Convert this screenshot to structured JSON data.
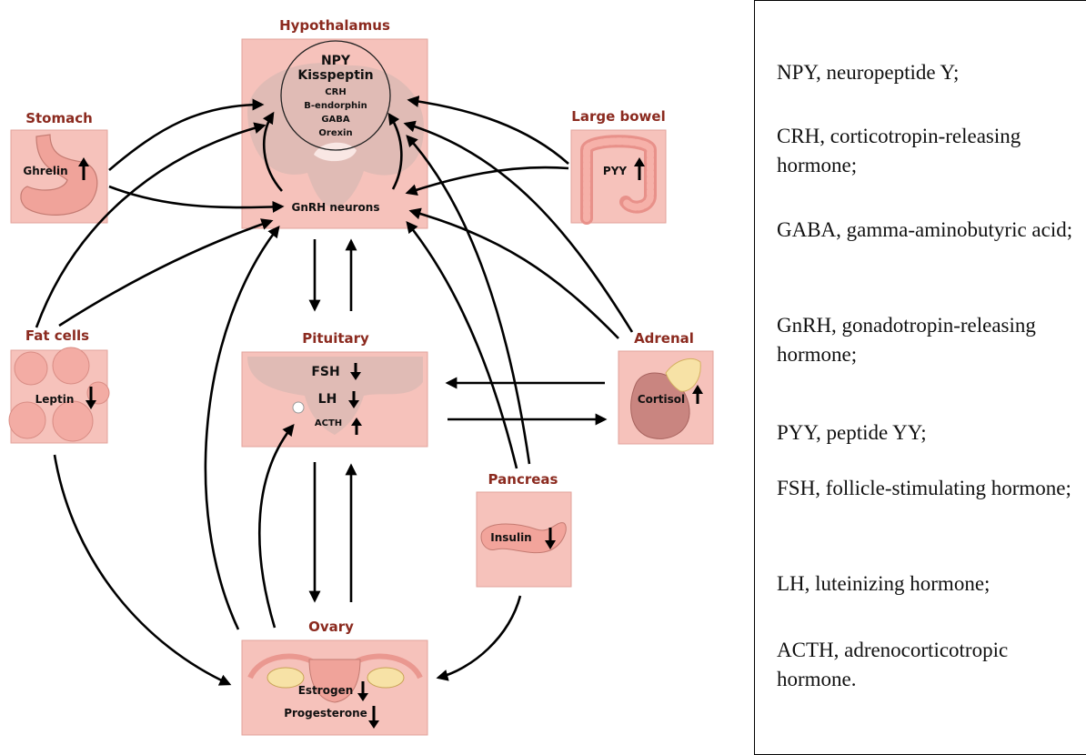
{
  "diagram": {
    "titles": {
      "hypothalamus": "Hypothalamus",
      "stomach": "Stomach",
      "large_bowel": "Large bowel",
      "fat_cells": "Fat cells",
      "pituitary": "Pituitary",
      "adrenal": "Adrenal",
      "pancreas": "Pancreas",
      "ovary": "Ovary"
    },
    "hypothalamus_factors": [
      "NPY",
      "Kisspeptin",
      "CRH",
      "B-endorphin",
      "GABA",
      "Orexin"
    ],
    "gnrh": "GnRH neurons",
    "stomach_hormone": "Ghrelin",
    "bowel_hormone": "PYY",
    "fat_hormone": "Leptin",
    "pituitary_hormones": [
      "FSH",
      "LH",
      "ACTH"
    ],
    "adrenal_hormone": "Cortisol",
    "pancreas_hormone": "Insulin",
    "ovary_hormones": [
      "Estrogen",
      "Progesterone"
    ],
    "directions": {
      "ghrelin": "up",
      "pyy": "up",
      "leptin": "down",
      "fsh": "down",
      "lh": "down",
      "acth": "up",
      "cortisol": "up",
      "insulin": "down",
      "estrogen": "down",
      "progesterone": "down"
    },
    "colors": {
      "box": "#f6c2bb",
      "title": "#8b2a1f",
      "arrow": "#000000"
    }
  },
  "legend": [
    "NPY, neuropeptide Y;",
    "CRH, corticotropin-releasing hormone;",
    "GABA, gamma-aminobutyric acid;",
    "GnRH, gonadotropin-releasing hormone;",
    "PYY, peptide YY;",
    "FSH, follicle-stimulating hormone;",
    "LH, luteinizing hormone;",
    "ACTH, adrenocorticotropic hormone."
  ]
}
